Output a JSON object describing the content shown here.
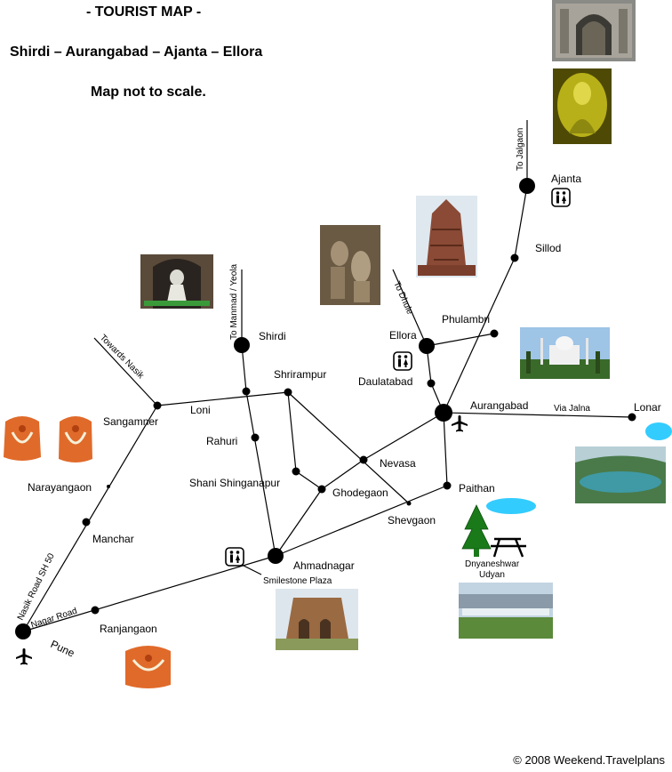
{
  "header": {
    "title": "-  TOURIST MAP  -",
    "subtitle": "Shirdi – Aurangabad – Ajanta – Ellora",
    "note": "Map not to scale."
  },
  "copyright": "© 2008 Weekend.Travelplans",
  "places": {
    "to_jalgaon": "To Jalgaon",
    "ajanta": "Ajanta",
    "sillod": "Sillod",
    "to_dhule": "To Dhule",
    "phulambri": "Phulambri",
    "ellora": "Ellora",
    "daulatabad": "Daulatabad",
    "aurangabad": "Aurangabad",
    "via_jalna": "Via Jalna",
    "lonar": "Lonar",
    "to_manmad": "To Manmad / Yeola",
    "shirdi": "Shirdi",
    "towards_nasik": "Towards Nasik",
    "shrirampur": "Shrirampur",
    "loni": "Loni",
    "sangamner": "Sangamner",
    "rahuri": "Rahuri",
    "nevasa": "Nevasa",
    "shani": "Shani Shinganapur",
    "ghodegaon": "Ghodegaon",
    "paithan": "Paithan",
    "shevgaon": "Shevgaon",
    "narayangaon": "Narayangaon",
    "manchar": "Manchar",
    "ahmadnagar": "Ahmadnagar",
    "smilestone": "Smilestone Plaza",
    "dnyaneshwar1": "Dnyaneshwar",
    "dnyaneshwar2": "Udyan",
    "nasik_road": "Nasik Road SH 50",
    "nagar_road": "Nagar Road",
    "ranjangaon": "Ranjangaon",
    "pune": "Pune"
  },
  "colors": {
    "road": "#000000",
    "water": "#33ccff",
    "tree": "#1a7a1a",
    "idol": "#e06a2a"
  },
  "icons": [
    "toilet-icon",
    "airplane-icon",
    "tree-icon",
    "picnic-table-icon",
    "water-icon"
  ]
}
